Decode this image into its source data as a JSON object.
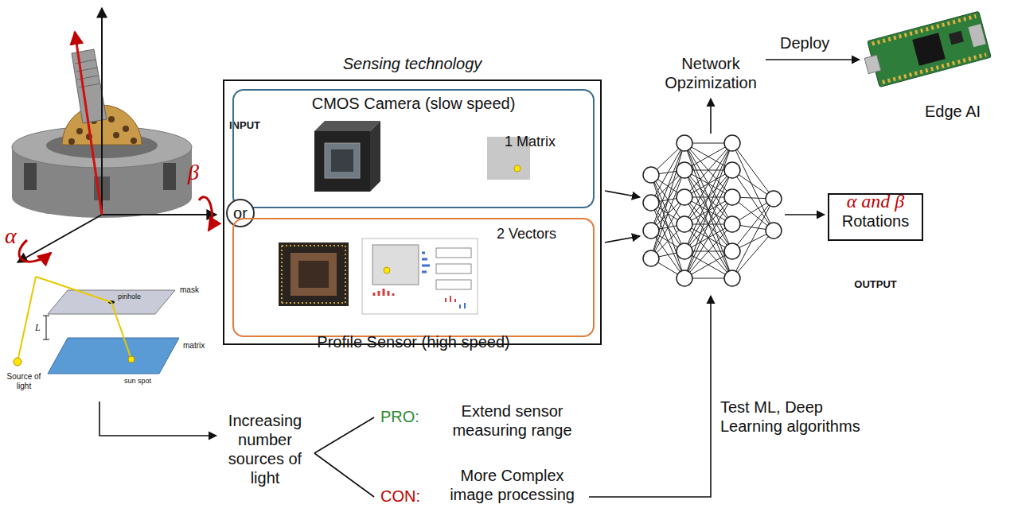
{
  "diagram": {
    "nodes": [
      {
        "text": [
          "Sensing technology",
          "INPUT"
        ]
      },
      {
        "text": [
          "CMOS Camera (slow speed)",
          "1 Matrix"
        ],
        "in": 0
      },
      {
        "text": [
          "or"
        ],
        "in": 0
      },
      {
        "text": [
          "2 Vectors",
          "Profile Sensor (high speed)"
        ],
        "in": 0
      },
      {
        "text": [
          "α and β",
          "Rotations",
          "OUTPUT"
        ]
      }
    ],
    "labels": [
      "α",
      "β",
      "mask",
      "pinhole",
      "matrix",
      "L",
      "Source of light",
      "sun spot",
      "Network Opzimization",
      "Deploy",
      "Edge AI",
      "Increasing number sources of light",
      "PRO:",
      "Extend sensor measuring range",
      "CON:",
      "More Complex image processing",
      "Test ML, Deep Learning algorithms"
    ]
  }
}
